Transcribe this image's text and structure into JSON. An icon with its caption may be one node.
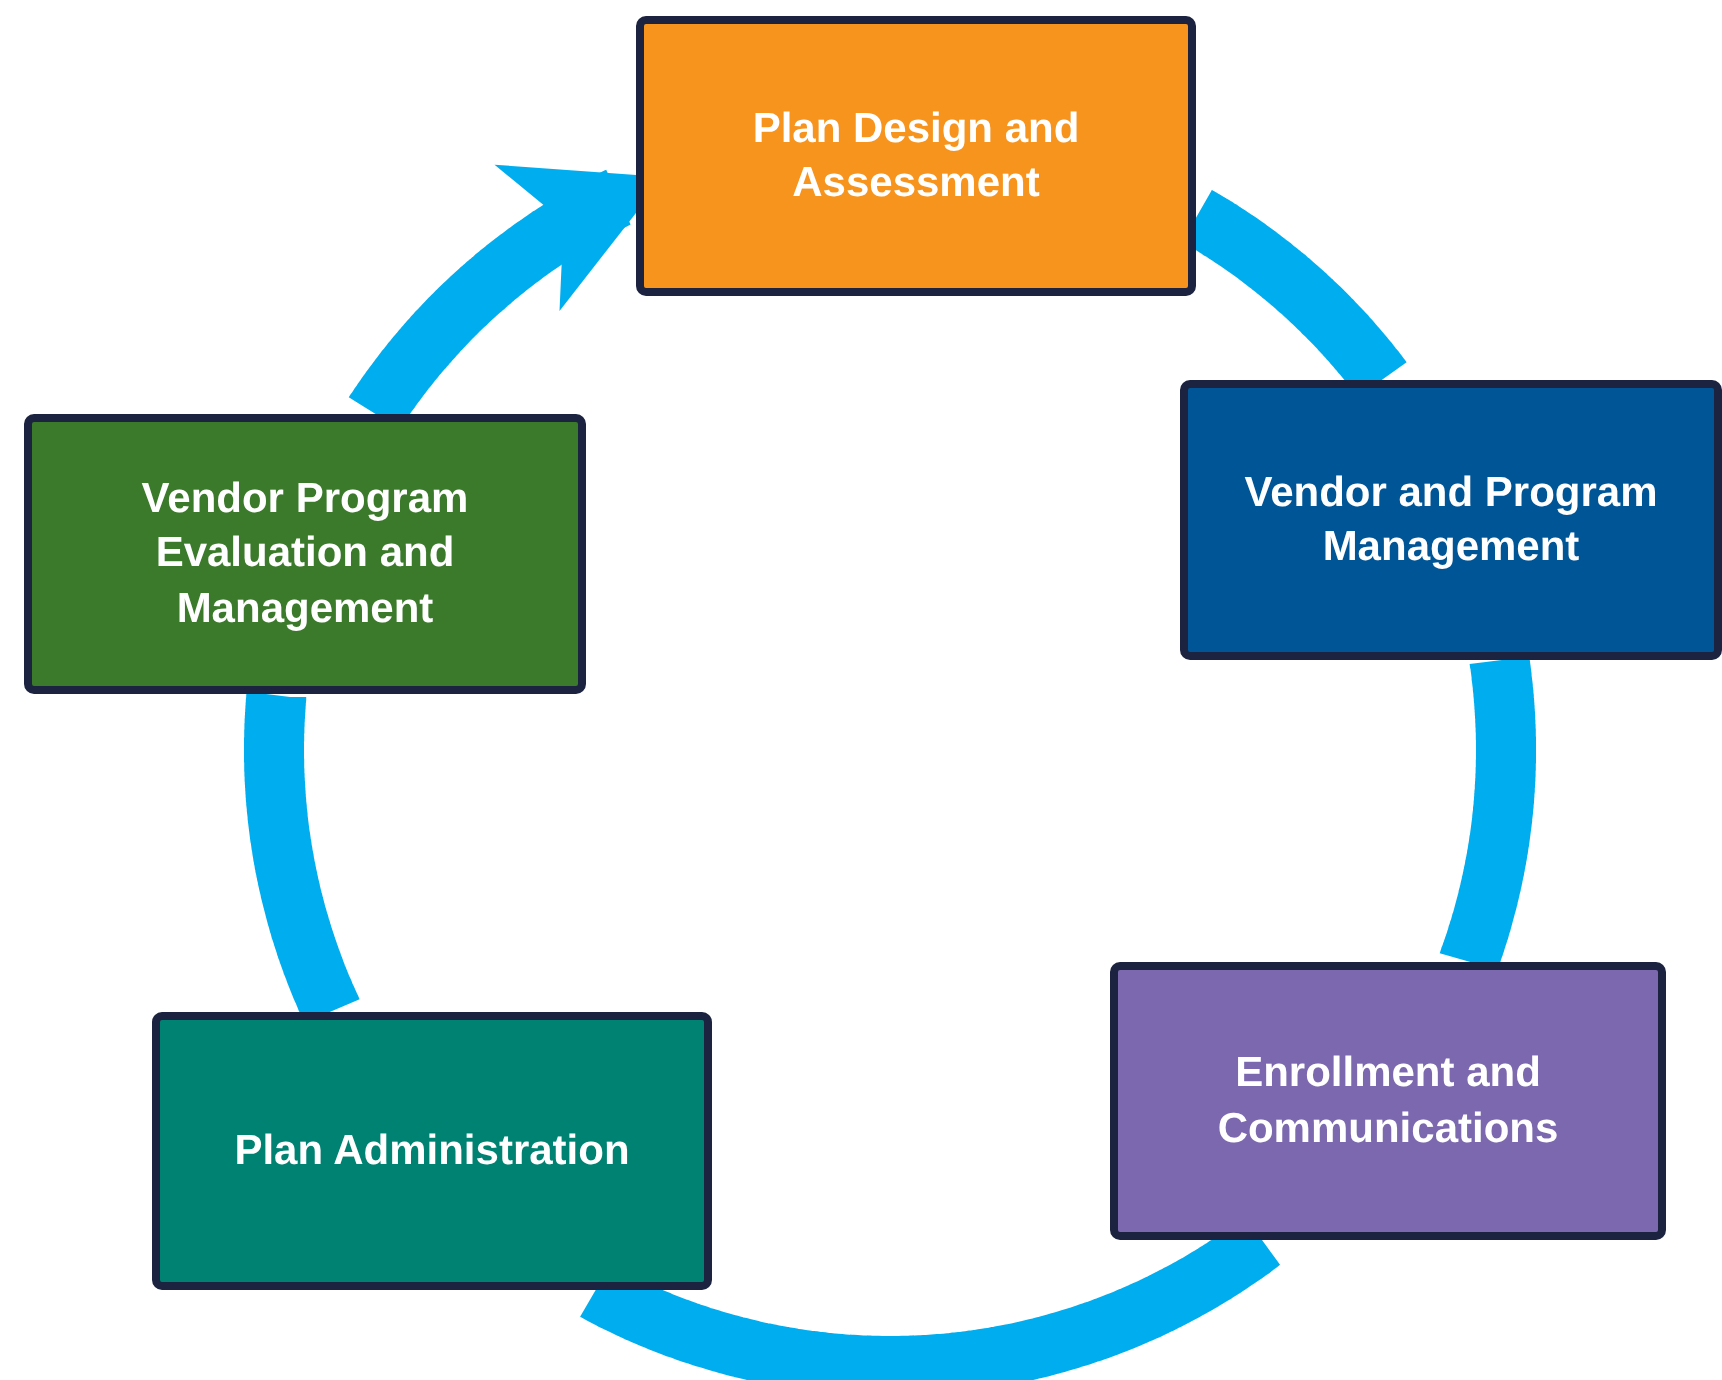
{
  "diagram": {
    "nodes": [
      {
        "text": [
          "Plan Design and Assessment"
        ]
      },
      {
        "text": [
          "Vendor and Program Management"
        ]
      },
      {
        "text": [
          "Enrollment and Communications"
        ]
      },
      {
        "text": [
          "Plan Administration"
        ]
      },
      {
        "text": [
          "Vendor Program Evaluation and Management"
        ]
      }
    ],
    "edges": [
      {
        "from": 0,
        "to": 1,
        "arrow": "none"
      },
      {
        "from": 1,
        "to": 2,
        "arrow": "none"
      },
      {
        "from": 2,
        "to": 3,
        "arrow": "none"
      },
      {
        "from": 3,
        "to": 4,
        "arrow": "none"
      },
      {
        "from": 4,
        "to": 0,
        "arrow": "to"
      }
    ]
  }
}
